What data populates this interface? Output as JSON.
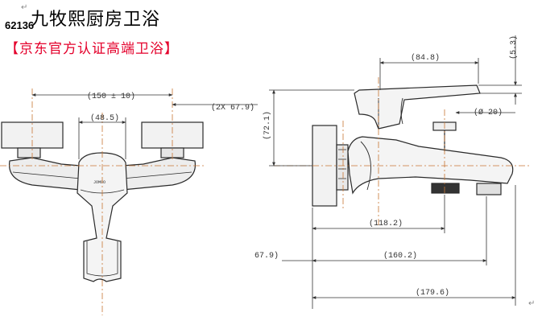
{
  "header": {
    "brand_title": "九牧熙厨房卫浴",
    "model_code": "62136",
    "tagline": "【京东官方认证高端卫浴】",
    "para_mark": "↵"
  },
  "dimensions": {
    "outer_spacing": "(150 ± 10)",
    "inner_spacing": "(48.5)",
    "thread": "(2X 67.9)",
    "handle_length": "(84.8)",
    "handle_offset": "(5.3)",
    "diameter": "(Ø 20)",
    "height": "(72.1)",
    "spout_short": "(118.2)",
    "spout_mid": "(160.2)",
    "spout_total": "(179.6)",
    "left_partial": "67.9)"
  },
  "diagram": {
    "logo_text": "JOMOO",
    "accent_color": "#e4002b",
    "centerline_color": "#c87533",
    "line_color": "#2a2a2a"
  }
}
